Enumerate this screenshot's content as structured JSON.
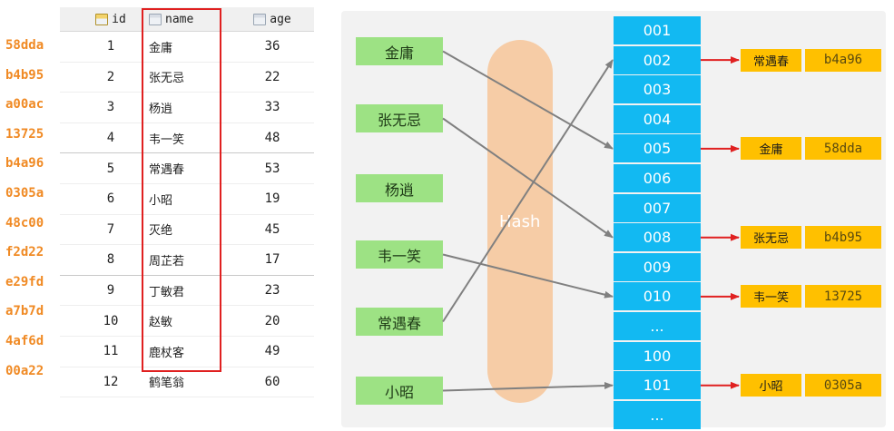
{
  "table": {
    "headers": {
      "id": "id",
      "name": "name",
      "age": "age"
    },
    "rows": [
      {
        "rowid": "58dda",
        "id": "1",
        "name": "金庸",
        "age": "36"
      },
      {
        "rowid": "b4b95",
        "id": "2",
        "name": "张无忌",
        "age": "22"
      },
      {
        "rowid": "a00ac",
        "id": "3",
        "name": "杨逍",
        "age": "33"
      },
      {
        "rowid": "13725",
        "id": "4",
        "name": "韦一笑",
        "age": "48"
      },
      {
        "rowid": "b4a96",
        "id": "5",
        "name": "常遇春",
        "age": "53"
      },
      {
        "rowid": "0305a",
        "id": "6",
        "name": "小昭",
        "age": "19"
      },
      {
        "rowid": "48c00",
        "id": "7",
        "name": "灭绝",
        "age": "45"
      },
      {
        "rowid": "f2d22",
        "id": "8",
        "name": "周芷若",
        "age": "17"
      },
      {
        "rowid": "e29fd",
        "id": "9",
        "name": "丁敏君",
        "age": "23"
      },
      {
        "rowid": "a7b7d",
        "id": "10",
        "name": "赵敏",
        "age": "20"
      },
      {
        "rowid": "4af6d",
        "id": "11",
        "name": "鹿杖客",
        "age": "49"
      },
      {
        "rowid": "00a22",
        "id": "12",
        "name": "鹤笔翁",
        "age": "60"
      }
    ]
  },
  "diagram": {
    "hash_label": "Hash",
    "sources": [
      "金庸",
      "张无忌",
      "杨逍",
      "韦一笑",
      "常遇春",
      "小昭"
    ],
    "buckets": [
      "001",
      "002",
      "003",
      "004",
      "005",
      "006",
      "007",
      "008",
      "009",
      "010",
      "...",
      "100",
      "101",
      "..."
    ],
    "entries": [
      {
        "bucket": "002",
        "name": "常遇春",
        "hash": "b4a96"
      },
      {
        "bucket": "005",
        "name": "金庸",
        "hash": "58dda"
      },
      {
        "bucket": "008",
        "name": "张无忌",
        "hash": "b4b95"
      },
      {
        "bucket": "010",
        "name": "韦一笑",
        "hash": "13725"
      },
      {
        "bucket": "101",
        "name": "小昭",
        "hash": "0305a"
      }
    ],
    "mappings": [
      {
        "from": "金庸",
        "to": "005"
      },
      {
        "from": "张无忌",
        "to": "008"
      },
      {
        "from": "韦一笑",
        "to": "010"
      },
      {
        "from": "常遇春",
        "to": "002"
      },
      {
        "from": "小昭",
        "to": "101"
      }
    ],
    "colors": {
      "source_fill": "#9de284",
      "bucket_fill": "#12b9f2",
      "entry_fill": "#ffc000",
      "mapping_arrow": "#808080",
      "entry_arrow": "#e02020",
      "hash_band": "#f7bf8c",
      "highlight_box": "#e02020"
    }
  }
}
